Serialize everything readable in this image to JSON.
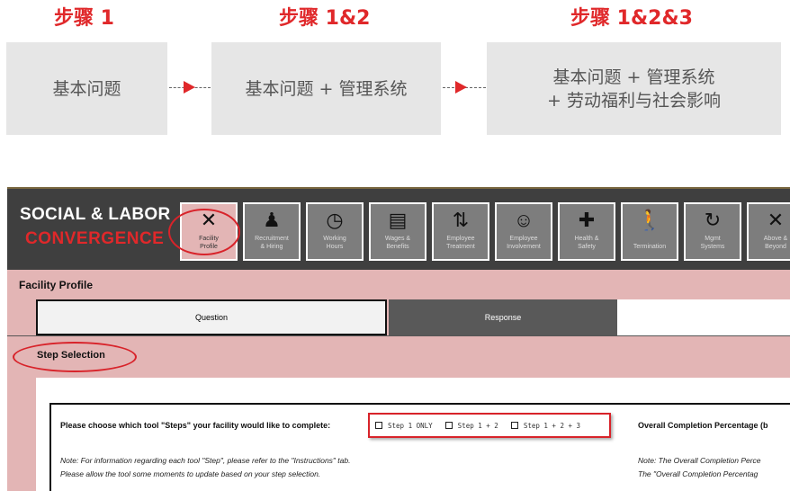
{
  "steps": {
    "labels": [
      "步骤 1",
      "步骤 1&2",
      "步骤 1&2&3"
    ],
    "boxes": [
      [
        "基本问题"
      ],
      [
        "基本问题 + 管理系统"
      ],
      [
        "基本问题 + 管理系统",
        "+ 劳动福利与社会影响"
      ]
    ]
  },
  "app": {
    "title_line1": "SOCIAL & LABOR",
    "title_line2": "CONVERGENCE",
    "tabs": [
      {
        "l1": "Facility",
        "l2": "Profile",
        "icon": "facility-icon"
      },
      {
        "l1": "Recruitment",
        "l2": "& Hiring",
        "icon": "interview-icon"
      },
      {
        "l1": "Working",
        "l2": "Hours",
        "icon": "clock-icon"
      },
      {
        "l1": "Wages &",
        "l2": "Benefits",
        "icon": "money-stack-icon"
      },
      {
        "l1": "Employee",
        "l2": "Treatment",
        "icon": "people-exchange-icon"
      },
      {
        "l1": "Employee",
        "l2": "Involvement",
        "icon": "meeting-icon"
      },
      {
        "l1": "Health &",
        "l2": "Safety",
        "icon": "first-aid-icon"
      },
      {
        "l1": "",
        "l2": "Termination",
        "icon": "walking-person-icon"
      },
      {
        "l1": "Mgmt",
        "l2": "Systems",
        "icon": "cycle-icon"
      },
      {
        "l1": "Above &",
        "l2": "Beyond",
        "icon": "facility-icon"
      }
    ],
    "section_title": "Facility Profile",
    "col_question": "Question",
    "col_response": "Response",
    "subsection": "Step Selection",
    "prompt": "Please choose which tool  \"Steps\" your facility would like to complete:",
    "options": [
      "Step 1 ONLY",
      "Step 1 + 2",
      "Step 1 + 2 + 3"
    ],
    "overall_label": "Overall Completion Percentage (b",
    "note1": "Note: For information regarding each tool \"Step\", please refer to the \"Instructions\" tab.",
    "note2": "Please allow the tool some moments to update based on your step selection.",
    "note3": "Note: The Overall Completion Perce",
    "note4": "The \"Overall Completion Percentag"
  },
  "colors": {
    "accent": "#e0282a",
    "header": "#3f3f3f",
    "band": "#e3b5b5"
  }
}
